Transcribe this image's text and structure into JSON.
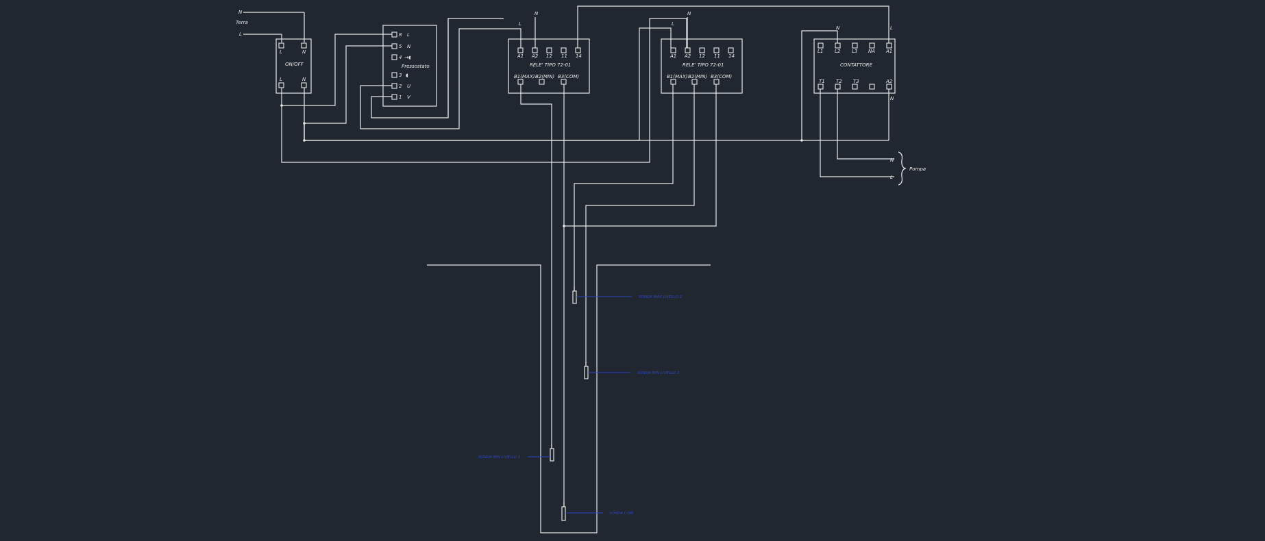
{
  "supply": {
    "n": "N",
    "ground": "Terra",
    "l": "L"
  },
  "onoff": {
    "title": "ON/OFF",
    "t_top": [
      "L",
      "N"
    ],
    "t_bot": [
      "L",
      "N"
    ]
  },
  "selector": {
    "title": "Pressostato",
    "rows": [
      {
        "num": "8",
        "sym": "L"
      },
      {
        "num": "5",
        "sym": "N"
      },
      {
        "num": "4",
        "sym": "→◖"
      },
      {
        "num": "3",
        "sym": "◖"
      },
      {
        "num": "2",
        "sym": "U"
      },
      {
        "num": "1",
        "sym": "V"
      }
    ]
  },
  "relay1": {
    "title": "RELE' TIPO 72-01",
    "top_terms": [
      "A1",
      "A2",
      "12",
      "11",
      "14"
    ],
    "bot_terms": [
      "B1(MAX)",
      "B2(MIN)",
      "B3(COM)"
    ],
    "feed_l": "L",
    "feed_n": "N"
  },
  "relay2": {
    "title": "RELE' TIPO 72-01",
    "top_terms": [
      "A1",
      "A2",
      "12",
      "11",
      "14"
    ],
    "bot_terms": [
      "B1(MAX)",
      "B2(MIN)",
      "B3(COM)"
    ],
    "feed_l": "L",
    "feed_n": "N"
  },
  "contactor": {
    "title": "CONTATTORE",
    "top_terms": [
      "L1",
      "L2",
      "L3",
      "NA",
      "A1"
    ],
    "bot_terms": [
      "T1",
      "T2",
      "T3",
      "",
      "A2"
    ],
    "feed_n": "N",
    "feed_l": "L",
    "out_n": "N"
  },
  "pump": {
    "label": "Pompa",
    "n": "N",
    "l": "L"
  },
  "probes": {
    "p1": "SONDA MAX LIVELLO 2",
    "p2": "SONDA MIN LIVELLO 2",
    "p3": "SONDA MIN LIVELLO 1",
    "p4": "SONDA COM"
  },
  "colors": {
    "background": "#212730",
    "wire": "#e8e8e8",
    "annotation": "#2d46c8"
  }
}
